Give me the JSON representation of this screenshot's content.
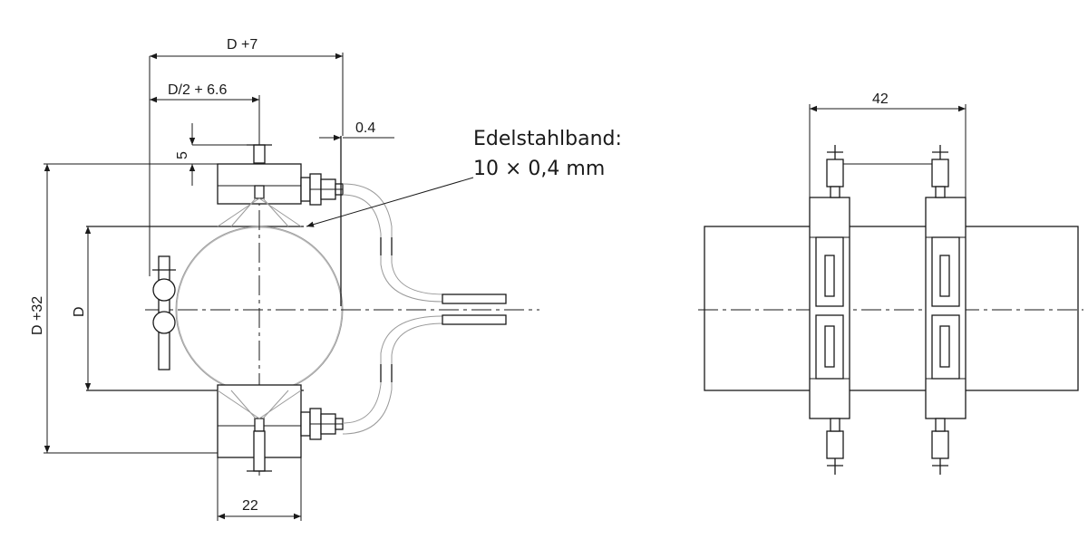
{
  "dimensions": {
    "top_width": "D +7",
    "half_width": "D/2 + 6.6",
    "band_offset": "0.4",
    "screw_height": "5",
    "outer_height": "D +32",
    "diameter": "D",
    "block_width": "22",
    "side_width": "42"
  },
  "callout": {
    "line1": "Edelstahlband:",
    "line2": "10 × 0,4 mm"
  }
}
